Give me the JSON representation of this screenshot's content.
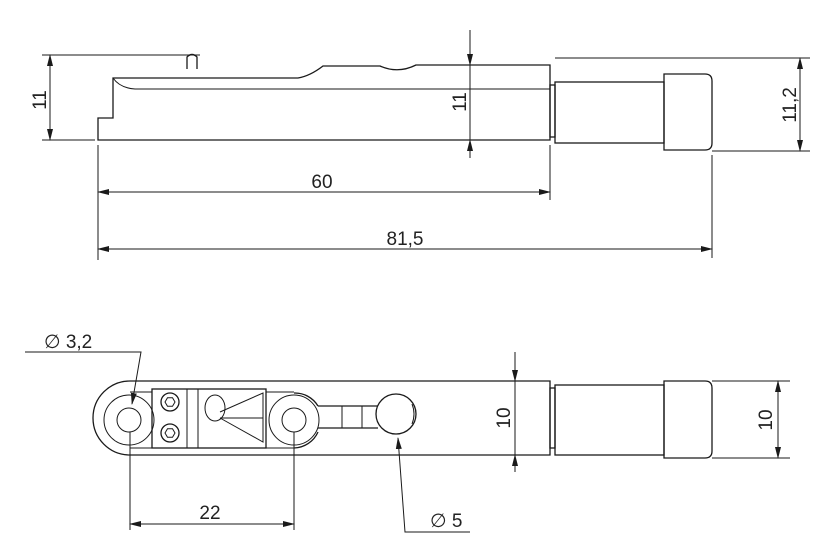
{
  "top_view": {
    "dim_height_left": "11",
    "dim_height_mid": "11",
    "dim_height_right": "11,2",
    "dim_length_body": "60",
    "dim_length_total": "81,5"
  },
  "bottom_view": {
    "dim_hole_diameter": "∅ 3,2",
    "dim_width_mid": "10",
    "dim_width_right": "10",
    "dim_hole_spacing": "22",
    "dim_ball_diameter": "∅ 5"
  },
  "colors": {
    "line": "#1a1a1a",
    "background": "#ffffff"
  }
}
